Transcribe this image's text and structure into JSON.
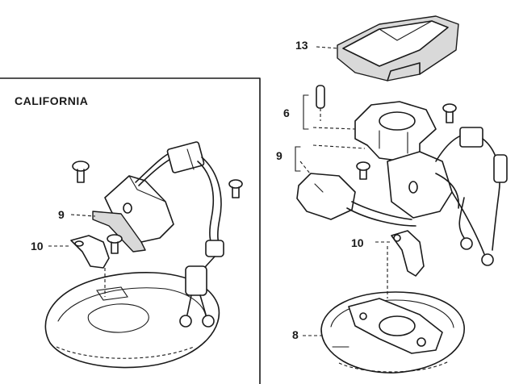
{
  "inset": {
    "title": "CALIFORNIA"
  },
  "callouts": {
    "c13": "13",
    "c6": "6",
    "c9_right": "9",
    "c10_right": "10",
    "c8": "8",
    "c9_left": "9",
    "c10_left": "10"
  }
}
